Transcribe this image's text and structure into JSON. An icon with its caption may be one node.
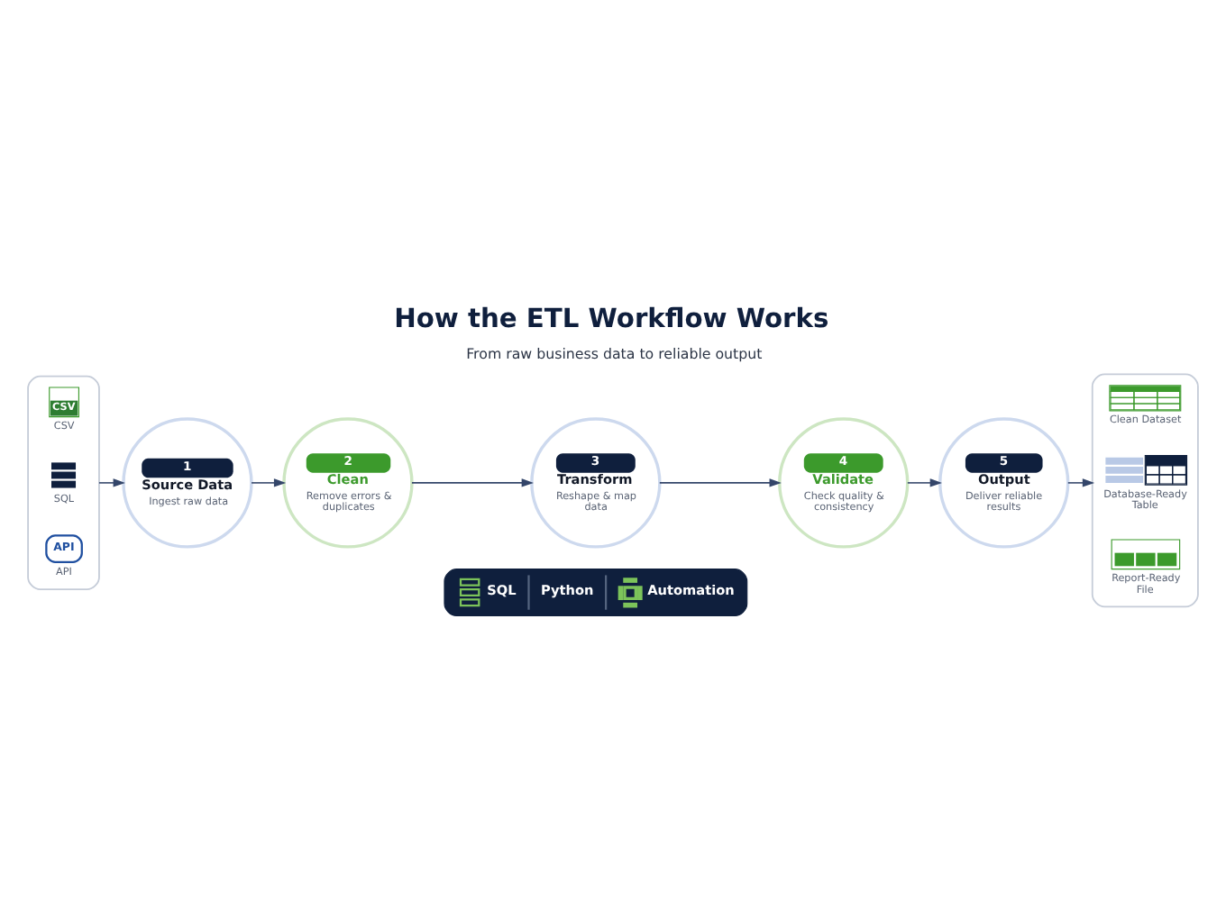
{
  "diagram": {
    "title": "How the ETL Workflow Works",
    "caption": "From raw business data to reliable output",
    "nodes": [
      {
        "text": [],
        "shape": "box"
      },
      {
        "text": [
          "CSV",
          "CSV"
        ],
        "in": 0
      },
      {
        "text": [
          "SQL"
        ],
        "in": 0
      },
      {
        "text": [
          "API",
          "API"
        ],
        "in": 0
      },
      {
        "text": [
          "1",
          "Source Data",
          "Ingest raw data"
        ]
      },
      {
        "text": [
          "2",
          "Clean",
          "Remove errors & duplicates"
        ]
      },
      {
        "text": [
          "3",
          "Transform",
          "Reshape & map data"
        ]
      },
      {
        "text": [
          "4",
          "Validate",
          "Check quality & consistency"
        ]
      },
      {
        "text": [
          "5",
          "Output",
          "Deliver reliable results"
        ]
      },
      {
        "text": [],
        "shape": "box"
      },
      {
        "text": [
          "Clean Dataset"
        ],
        "in": 9
      },
      {
        "text": [
          "Database-Ready Table"
        ],
        "in": 9
      },
      {
        "text": [
          "Report-Ready File"
        ],
        "in": 9
      },
      {
        "text": [
          "SQL",
          "Python",
          "Automation"
        ]
      }
    ],
    "edges": [
      {
        "from": 0,
        "to": 4,
        "arrow": "to"
      },
      {
        "from": 4,
        "to": 5,
        "arrow": "to"
      },
      {
        "from": 5,
        "to": 6,
        "arrow": "to"
      },
      {
        "from": 6,
        "to": 7,
        "arrow": "to"
      },
      {
        "from": 7,
        "to": 8,
        "arrow": "to"
      },
      {
        "from": 8,
        "to": 9,
        "arrow": "to"
      }
    ]
  }
}
